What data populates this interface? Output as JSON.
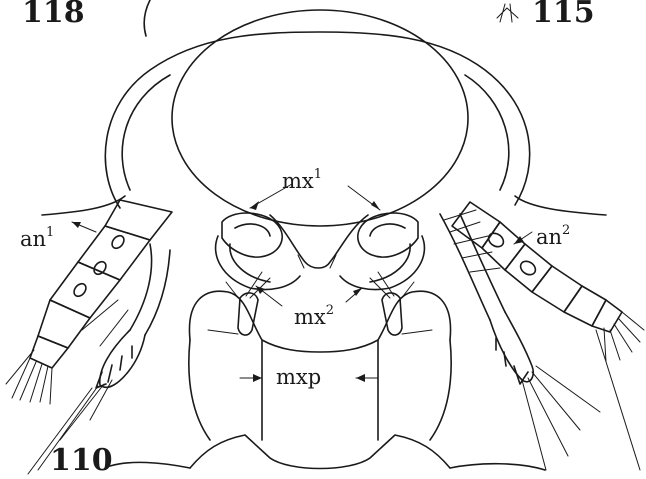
{
  "figure": {
    "number_main": "110",
    "number_top_left": "118",
    "number_top_right": "115"
  },
  "labels": {
    "antennule": {
      "base": "an",
      "sup": "1"
    },
    "antenna": {
      "base": "an",
      "sup": "2"
    },
    "maxillule": {
      "base": "mx",
      "sup": "1"
    },
    "maxilla": {
      "base": "mx",
      "sup": "2"
    },
    "maxilliped": {
      "base": "mxp",
      "sup": ""
    }
  },
  "colors": {
    "ink": "#1a1a1a",
    "paper": "#ffffff"
  }
}
